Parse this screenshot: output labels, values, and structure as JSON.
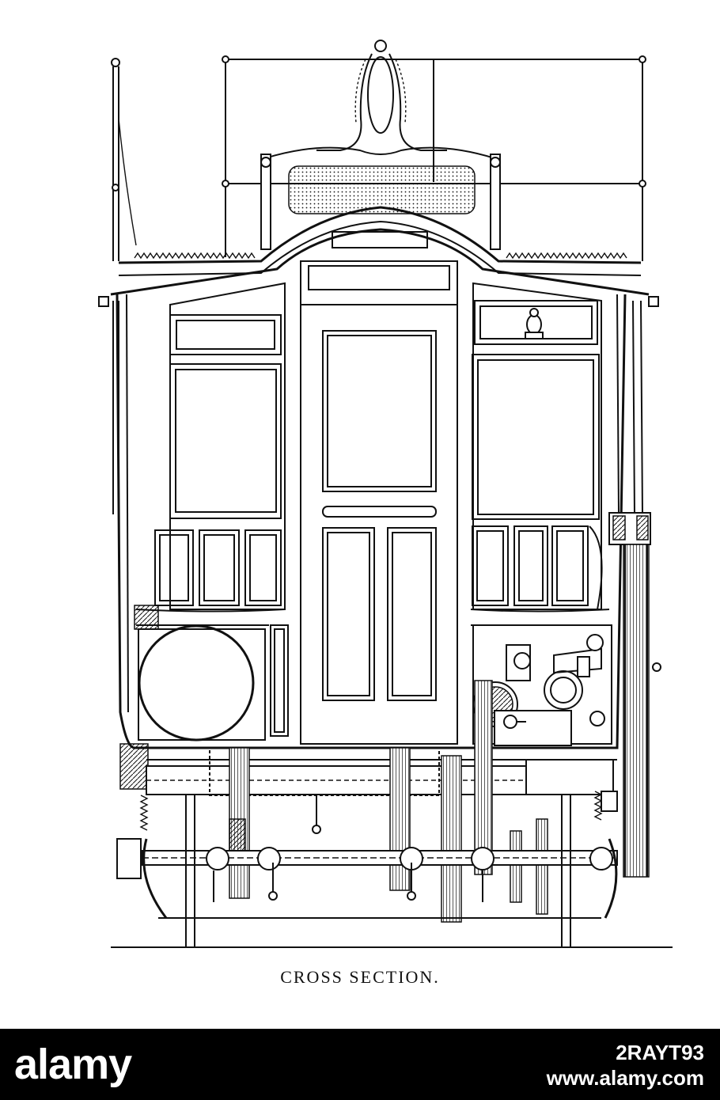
{
  "caption": "CROSS SECTION.",
  "footer": {
    "logo_text": "alamy",
    "image_id": "2RAYT93",
    "site": "www.alamy.com"
  },
  "colors": {
    "ink": "#111111",
    "paper": "#ffffff",
    "footer_bg": "#000000",
    "footer_text": "#ffffff"
  }
}
